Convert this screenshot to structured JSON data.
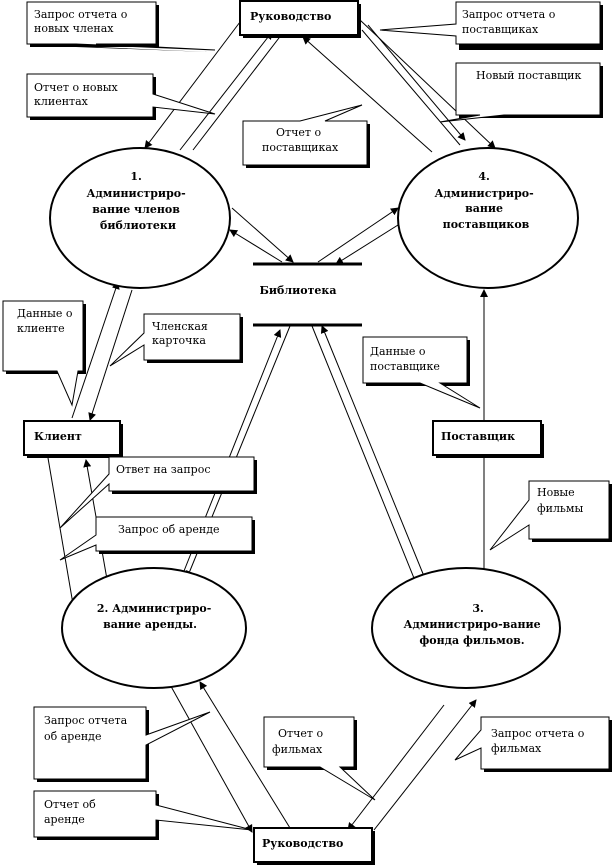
{
  "entities": {
    "management_top": "Руководство",
    "management_bottom": "Руководство",
    "client": "Клиент",
    "supplier": "Поставщик"
  },
  "store": {
    "name": "Библиотека"
  },
  "processes": {
    "p1": [
      "1.",
      "Администриро-",
      "вание членов",
      "библиотеки"
    ],
    "p2": [
      "2. Администриро-",
      "вание аренды."
    ],
    "p3": [
      "3.",
      "Администриро-вание",
      "фонда фильмов."
    ],
    "p4": [
      "4.",
      "Администриро-",
      "вание",
      "поставщиков"
    ]
  },
  "flows": {
    "new_members_request": [
      "Запрос отчета о",
      "новых членах"
    ],
    "new_clients_report": [
      "Отчет о новых",
      "клиентах"
    ],
    "suppliers_request": [
      "Запрос отчета о",
      "поставщиках"
    ],
    "new_supplier": [
      "Новый поставщик"
    ],
    "suppliers_report": [
      "Отчет о",
      "поставщиках"
    ],
    "client_data": [
      "Данные о",
      "клиенте"
    ],
    "member_card": [
      "Членская",
      "карточка"
    ],
    "supplier_data": [
      "Данные о",
      "поставщике"
    ],
    "request_answer": [
      "Ответ на запрос"
    ],
    "rental_request": [
      "Запрос об аренде"
    ],
    "new_films": [
      "Новые",
      "фильмы"
    ],
    "rental_report_request": [
      "Запрос отчета",
      "об аренде"
    ],
    "films_report": [
      "Отчет о",
      "фильмах"
    ],
    "films_report_request": [
      "Запрос отчета о",
      "фильмах"
    ],
    "rental_report": [
      "Отчет об",
      "аренде"
    ]
  }
}
